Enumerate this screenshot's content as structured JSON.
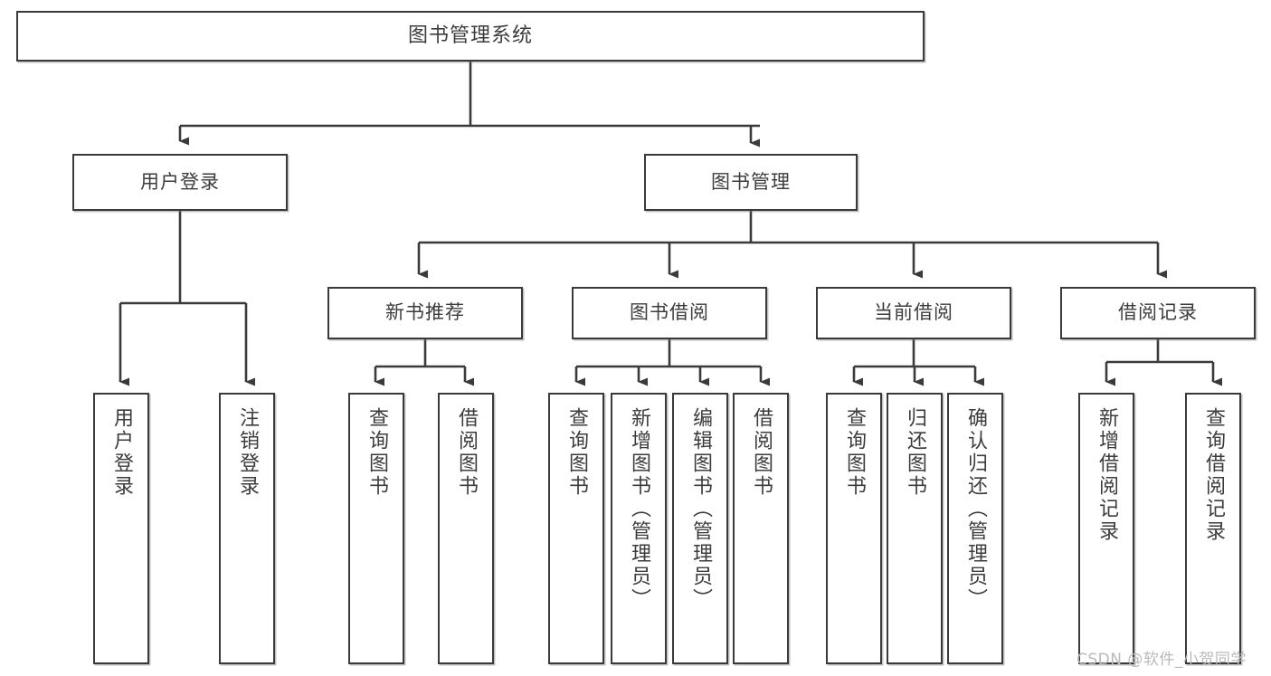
{
  "diagram": {
    "type": "tree",
    "title": "图书管理系统",
    "watermark": "CSDN @软件_小贺同学",
    "colors": {
      "box_border": "#3a3a3a",
      "box_fill": "#ffffff",
      "edge": "#3a3a3a",
      "text": "#3c3c3c",
      "watermark": "#b9b9b9"
    },
    "root": {
      "id": "root",
      "label": "图书管理系统"
    },
    "level2": [
      {
        "id": "user-login",
        "label": "用户登录"
      },
      {
        "id": "book-manage",
        "label": "图书管理"
      }
    ],
    "level3": [
      {
        "id": "new-book-rec",
        "label": "新书推荐"
      },
      {
        "id": "book-borrow",
        "label": "图书借阅"
      },
      {
        "id": "current-borrow",
        "label": "当前借阅"
      },
      {
        "id": "borrow-record",
        "label": "借阅记录"
      }
    ],
    "leaves": {
      "user_login": [
        {
          "id": "leaf-user-login",
          "label": "用户登录"
        },
        {
          "id": "leaf-logout",
          "label": "注销登录"
        }
      ],
      "new_book_rec": [
        {
          "id": "leaf-query-book-1",
          "label": "查询图书"
        },
        {
          "id": "leaf-borrow-book-1",
          "label": "借阅图书"
        }
      ],
      "book_borrow": [
        {
          "id": "leaf-query-book-2",
          "label": "查询图书"
        },
        {
          "id": "leaf-add-book",
          "label": "新增图书（管理员）"
        },
        {
          "id": "leaf-edit-book",
          "label": "编辑图书（管理员）"
        },
        {
          "id": "leaf-borrow-book-2",
          "label": "借阅图书"
        }
      ],
      "current_borrow": [
        {
          "id": "leaf-query-book-3",
          "label": "查询图书"
        },
        {
          "id": "leaf-return-book",
          "label": "归还图书"
        },
        {
          "id": "leaf-confirm-return",
          "label": "确认归还（管理员）"
        }
      ],
      "borrow_record": [
        {
          "id": "leaf-add-record",
          "label": "新增借阅记录"
        },
        {
          "id": "leaf-query-record",
          "label": "查询借阅记录"
        }
      ]
    }
  }
}
